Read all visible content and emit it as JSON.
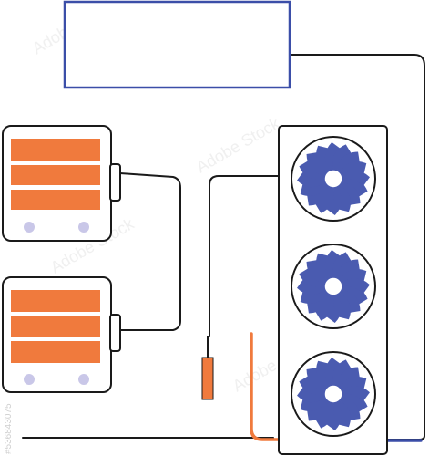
{
  "colors": {
    "line": "#1a1a1a",
    "panel_border": "#3b4ea8",
    "heater_orange": "#f07a3d",
    "wheel_lavender": "#c9c7e8",
    "fan_blue": "#4a5bb0",
    "pipe_orange": "#f07a3d",
    "pipe_blue": "#3b4ea8",
    "watermark": "#d0d0d0"
  },
  "components": {
    "control_panel": "control-panel-box",
    "heaters": [
      "heater-unit",
      "heater-unit"
    ],
    "condenser_fans": [
      "fan-icon",
      "fan-icon",
      "fan-icon"
    ],
    "expansion_valve": "valve-icon"
  },
  "watermark": {
    "repeated_text": "Adobe Stock",
    "side_id": "#536843075"
  }
}
